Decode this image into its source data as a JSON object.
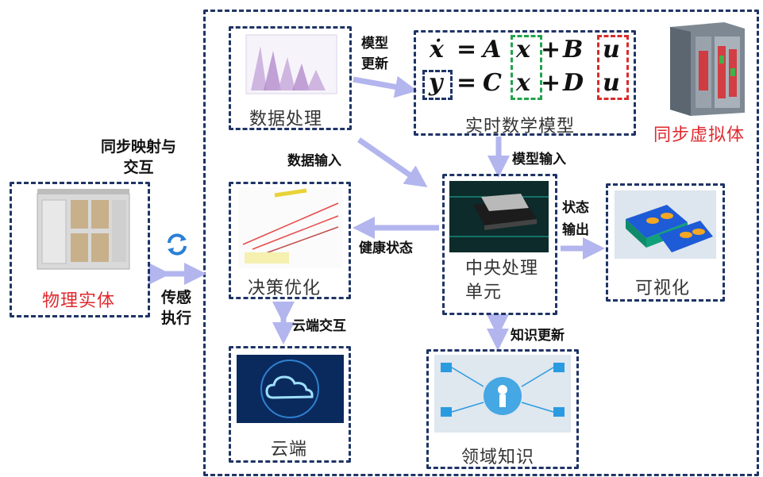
{
  "boxes": {
    "physical": "物理实体",
    "data_processing": "数据处理",
    "math_model": "实时数学模型",
    "virtual": "同步虚拟体",
    "decision": "决策优化",
    "cpu": "中央处理\n单元",
    "visual": "可视化",
    "cloud": "云端",
    "knowledge": "领域知识"
  },
  "edges": {
    "sync_map": "同步映射与\n交互",
    "sense_exec": "传感\n执行",
    "model_update": "模型\n更新",
    "data_input": "数据输入",
    "model_input": "模型输入",
    "state_output": "状态\n输出",
    "health_state": "健康状态",
    "cloud_interact": "云端交互",
    "knowledge_update": "知识更新"
  },
  "equation": {
    "line1": [
      "ẋ",
      "=",
      "A",
      "x",
      "+",
      "B",
      "u"
    ],
    "line2": [
      "y",
      "=",
      "C",
      "x",
      "+",
      "D",
      "u"
    ]
  },
  "colors": {
    "frame": "#1f3466",
    "arrow": "#b3b5ee",
    "red": "#e0292e",
    "green_box": "#22a34a",
    "red_box": "#d92b2b",
    "navy_box": "#1f3466",
    "cycle_icon": "#2a7fd4"
  },
  "icons": {
    "sync_cycle": "refresh-cycle-icon"
  }
}
